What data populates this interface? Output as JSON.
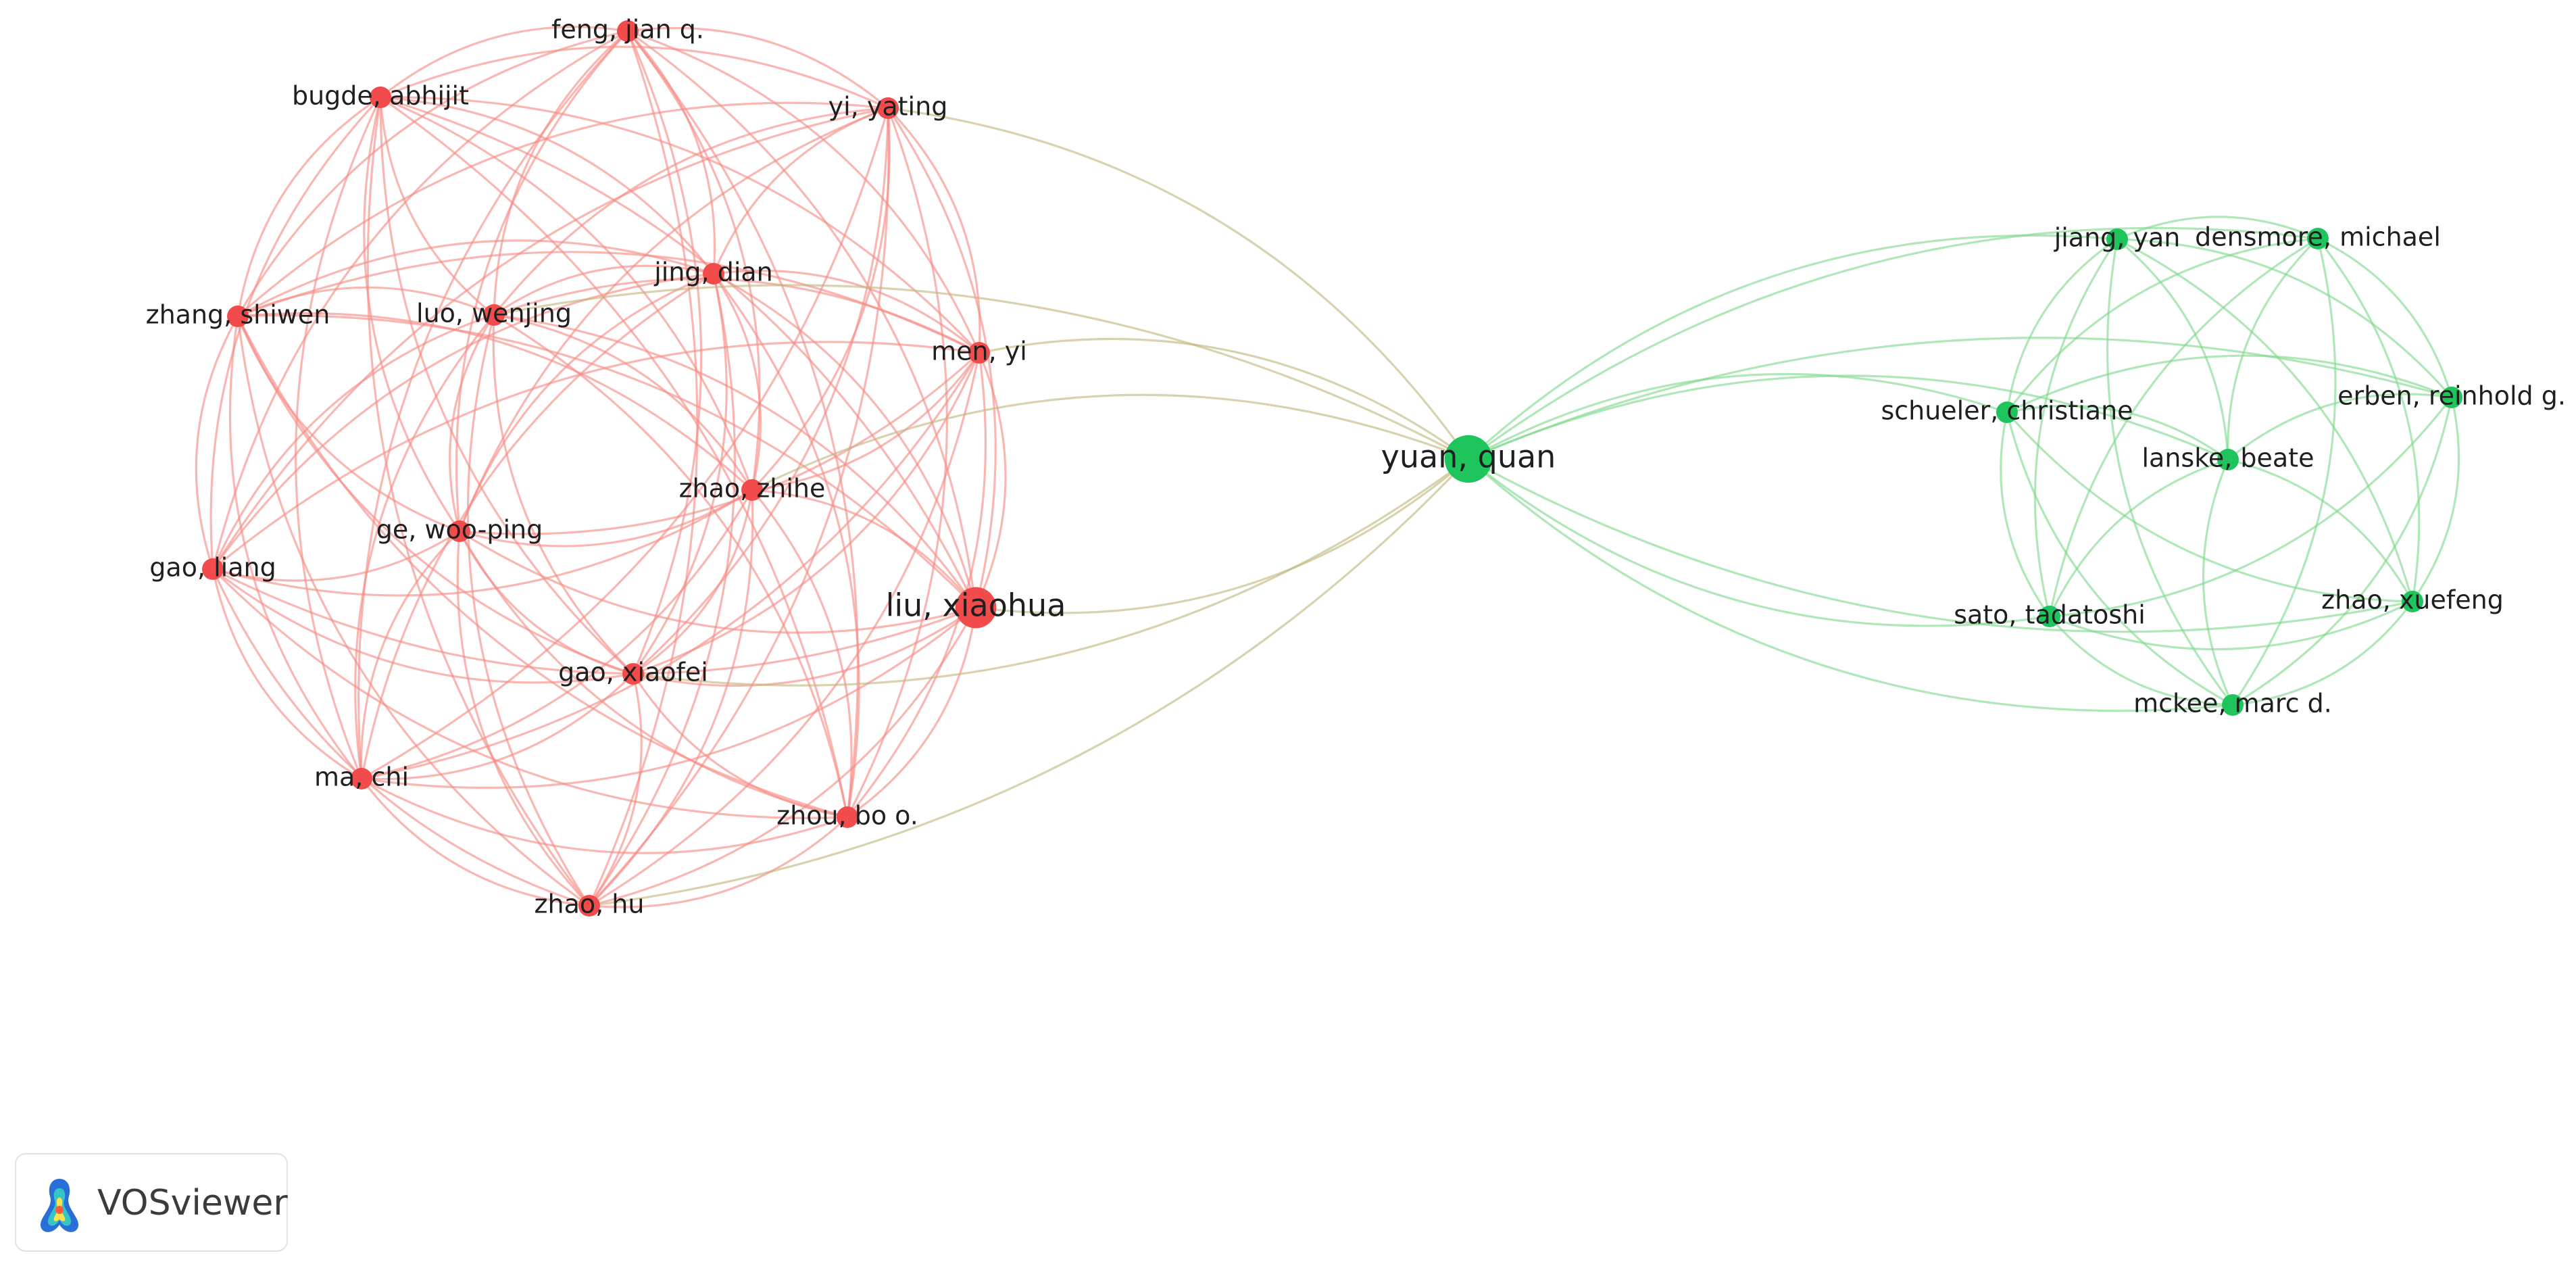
{
  "app": {
    "logo_text": "VOSviewer",
    "logo_icon": "vosviewer-logo-icon"
  },
  "colors": {
    "red_cluster": "#f24b4b",
    "red_edge": "#f68a85",
    "green_cluster": "#1fc45c",
    "green_edge": "#7fd98d",
    "mixed_edge": "#c2b67e"
  },
  "network": {
    "clusters": [
      {
        "id": 1,
        "color": "#f24b4b"
      },
      {
        "id": 2,
        "color": "#1fc45c"
      }
    ],
    "nodes": [
      {
        "id": "feng",
        "label": "feng, jian q.",
        "cluster": 1,
        "weight": 1.0
      },
      {
        "id": "bugde",
        "label": "bugde, abhijit",
        "cluster": 1,
        "weight": 1.0
      },
      {
        "id": "yi",
        "label": "yi, yating",
        "cluster": 1,
        "weight": 1.0
      },
      {
        "id": "jing",
        "label": "jing, dian",
        "cluster": 1,
        "weight": 1.0
      },
      {
        "id": "zhangs",
        "label": "zhang, shiwen",
        "cluster": 1,
        "weight": 1.0
      },
      {
        "id": "luo",
        "label": "luo, wenjing",
        "cluster": 1,
        "weight": 1.0
      },
      {
        "id": "men",
        "label": "men, yi",
        "cluster": 1,
        "weight": 1.0
      },
      {
        "id": "zhaozhihe",
        "label": "zhao, zhihe",
        "cluster": 1,
        "weight": 1.0
      },
      {
        "id": "ge",
        "label": "ge, woo-ping",
        "cluster": 1,
        "weight": 1.0
      },
      {
        "id": "gaol",
        "label": "gao, liang",
        "cluster": 1,
        "weight": 1.0
      },
      {
        "id": "liu",
        "label": "liu, xiaohua",
        "cluster": 1,
        "weight": 1.9
      },
      {
        "id": "gaox",
        "label": "gao, xiaofei",
        "cluster": 1,
        "weight": 1.0
      },
      {
        "id": "ma",
        "label": "ma, chi",
        "cluster": 1,
        "weight": 1.0
      },
      {
        "id": "zhou",
        "label": "zhou, bo o.",
        "cluster": 1,
        "weight": 1.0
      },
      {
        "id": "zhaohu",
        "label": "zhao, hu",
        "cluster": 1,
        "weight": 1.0
      },
      {
        "id": "yuan",
        "label": "yuan, quan",
        "cluster": 2,
        "weight": 2.2
      },
      {
        "id": "jiang",
        "label": "jiang, yan",
        "cluster": 2,
        "weight": 1.0
      },
      {
        "id": "densmore",
        "label": "densmore, michael",
        "cluster": 2,
        "weight": 1.0
      },
      {
        "id": "schueler",
        "label": "schueler, christiane",
        "cluster": 2,
        "weight": 1.0
      },
      {
        "id": "erben",
        "label": "erben, reinhold g.",
        "cluster": 2,
        "weight": 1.0
      },
      {
        "id": "lanske",
        "label": "lanske, beate",
        "cluster": 2,
        "weight": 1.0
      },
      {
        "id": "zhaox",
        "label": "zhao, xuefeng",
        "cluster": 2,
        "weight": 1.0
      },
      {
        "id": "sato",
        "label": "sato, tadatoshi",
        "cluster": 2,
        "weight": 1.0
      },
      {
        "id": "mckee",
        "label": "mckee, marc d.",
        "cluster": 2,
        "weight": 1.0
      }
    ],
    "links": [
      [
        "feng",
        "bugde"
      ],
      [
        "feng",
        "yi"
      ],
      [
        "feng",
        "jing"
      ],
      [
        "feng",
        "zhangs"
      ],
      [
        "feng",
        "luo"
      ],
      [
        "feng",
        "men"
      ],
      [
        "feng",
        "zhaozhihe"
      ],
      [
        "feng",
        "ge"
      ],
      [
        "feng",
        "gaol"
      ],
      [
        "feng",
        "liu"
      ],
      [
        "feng",
        "gaox"
      ],
      [
        "feng",
        "ma"
      ],
      [
        "feng",
        "zhou"
      ],
      [
        "feng",
        "zhaohu"
      ],
      [
        "bugde",
        "yi"
      ],
      [
        "bugde",
        "jing"
      ],
      [
        "bugde",
        "zhangs"
      ],
      [
        "bugde",
        "luo"
      ],
      [
        "bugde",
        "men"
      ],
      [
        "bugde",
        "zhaozhihe"
      ],
      [
        "bugde",
        "ge"
      ],
      [
        "bugde",
        "gaol"
      ],
      [
        "bugde",
        "liu"
      ],
      [
        "bugde",
        "gaox"
      ],
      [
        "bugde",
        "ma"
      ],
      [
        "bugde",
        "zhou"
      ],
      [
        "bugde",
        "zhaohu"
      ],
      [
        "yi",
        "jing"
      ],
      [
        "yi",
        "zhangs"
      ],
      [
        "yi",
        "luo"
      ],
      [
        "yi",
        "men"
      ],
      [
        "yi",
        "zhaozhihe"
      ],
      [
        "yi",
        "ge"
      ],
      [
        "yi",
        "gaol"
      ],
      [
        "yi",
        "liu"
      ],
      [
        "yi",
        "gaox"
      ],
      [
        "yi",
        "ma"
      ],
      [
        "yi",
        "zhou"
      ],
      [
        "yi",
        "zhaohu"
      ],
      [
        "jing",
        "zhangs"
      ],
      [
        "jing",
        "luo"
      ],
      [
        "jing",
        "men"
      ],
      [
        "jing",
        "zhaozhihe"
      ],
      [
        "jing",
        "ge"
      ],
      [
        "jing",
        "gaol"
      ],
      [
        "jing",
        "liu"
      ],
      [
        "jing",
        "gaox"
      ],
      [
        "jing",
        "ma"
      ],
      [
        "jing",
        "zhou"
      ],
      [
        "jing",
        "zhaohu"
      ],
      [
        "zhangs",
        "luo"
      ],
      [
        "zhangs",
        "men"
      ],
      [
        "zhangs",
        "zhaozhihe"
      ],
      [
        "zhangs",
        "ge"
      ],
      [
        "zhangs",
        "gaol"
      ],
      [
        "zhangs",
        "liu"
      ],
      [
        "zhangs",
        "gaox"
      ],
      [
        "zhangs",
        "ma"
      ],
      [
        "zhangs",
        "zhou"
      ],
      [
        "zhangs",
        "zhaohu"
      ],
      [
        "luo",
        "men"
      ],
      [
        "luo",
        "zhaozhihe"
      ],
      [
        "luo",
        "ge"
      ],
      [
        "luo",
        "gaol"
      ],
      [
        "luo",
        "liu"
      ],
      [
        "luo",
        "gaox"
      ],
      [
        "luo",
        "ma"
      ],
      [
        "luo",
        "zhou"
      ],
      [
        "luo",
        "zhaohu"
      ],
      [
        "men",
        "zhaozhihe"
      ],
      [
        "men",
        "ge"
      ],
      [
        "men",
        "gaol"
      ],
      [
        "men",
        "liu"
      ],
      [
        "men",
        "gaox"
      ],
      [
        "men",
        "ma"
      ],
      [
        "men",
        "zhou"
      ],
      [
        "men",
        "zhaohu"
      ],
      [
        "zhaozhihe",
        "ge"
      ],
      [
        "zhaozhihe",
        "gaol"
      ],
      [
        "zhaozhihe",
        "liu"
      ],
      [
        "zhaozhihe",
        "gaox"
      ],
      [
        "zhaozhihe",
        "ma"
      ],
      [
        "zhaozhihe",
        "zhou"
      ],
      [
        "zhaozhihe",
        "zhaohu"
      ],
      [
        "ge",
        "gaol"
      ],
      [
        "ge",
        "liu"
      ],
      [
        "ge",
        "gaox"
      ],
      [
        "ge",
        "ma"
      ],
      [
        "ge",
        "zhou"
      ],
      [
        "ge",
        "zhaohu"
      ],
      [
        "gaol",
        "liu"
      ],
      [
        "gaol",
        "gaox"
      ],
      [
        "gaol",
        "ma"
      ],
      [
        "gaol",
        "zhou"
      ],
      [
        "gaol",
        "zhaohu"
      ],
      [
        "liu",
        "gaox"
      ],
      [
        "liu",
        "ma"
      ],
      [
        "liu",
        "zhou"
      ],
      [
        "liu",
        "zhaohu"
      ],
      [
        "gaox",
        "ma"
      ],
      [
        "gaox",
        "zhou"
      ],
      [
        "gaox",
        "zhaohu"
      ],
      [
        "ma",
        "zhou"
      ],
      [
        "ma",
        "zhaohu"
      ],
      [
        "zhou",
        "zhaohu"
      ],
      [
        "yuan",
        "yi"
      ],
      [
        "yuan",
        "men"
      ],
      [
        "yuan",
        "liu"
      ],
      [
        "yuan",
        "zhaohu"
      ],
      [
        "yuan",
        "zhaozhihe"
      ],
      [
        "yuan",
        "luo"
      ],
      [
        "yuan",
        "gaox"
      ],
      [
        "yuan",
        "jiang"
      ],
      [
        "yuan",
        "densmore"
      ],
      [
        "yuan",
        "schueler"
      ],
      [
        "yuan",
        "erben"
      ],
      [
        "yuan",
        "lanske"
      ],
      [
        "yuan",
        "zhaox"
      ],
      [
        "yuan",
        "sato"
      ],
      [
        "yuan",
        "mckee"
      ],
      [
        "jiang",
        "densmore"
      ],
      [
        "jiang",
        "schueler"
      ],
      [
        "jiang",
        "erben"
      ],
      [
        "jiang",
        "lanske"
      ],
      [
        "jiang",
        "zhaox"
      ],
      [
        "jiang",
        "sato"
      ],
      [
        "jiang",
        "mckee"
      ],
      [
        "densmore",
        "schueler"
      ],
      [
        "densmore",
        "erben"
      ],
      [
        "densmore",
        "lanske"
      ],
      [
        "densmore",
        "zhaox"
      ],
      [
        "densmore",
        "sato"
      ],
      [
        "densmore",
        "mckee"
      ],
      [
        "schueler",
        "erben"
      ],
      [
        "schueler",
        "lanske"
      ],
      [
        "schueler",
        "zhaox"
      ],
      [
        "schueler",
        "sato"
      ],
      [
        "schueler",
        "mckee"
      ],
      [
        "erben",
        "lanske"
      ],
      [
        "erben",
        "zhaox"
      ],
      [
        "erben",
        "sato"
      ],
      [
        "erben",
        "mckee"
      ],
      [
        "lanske",
        "zhaox"
      ],
      [
        "lanske",
        "sato"
      ],
      [
        "lanske",
        "mckee"
      ],
      [
        "zhaox",
        "sato"
      ],
      [
        "zhaox",
        "mckee"
      ],
      [
        "sato",
        "mckee"
      ]
    ]
  }
}
